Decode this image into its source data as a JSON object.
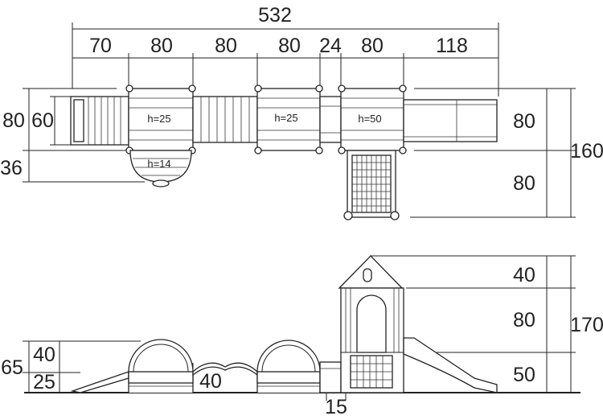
{
  "top_view": {
    "total_width": "532",
    "segments": [
      "70",
      "80",
      "80",
      "80",
      "24",
      "80",
      "118"
    ],
    "left_depth_outer": "80",
    "left_depth_inner": "60",
    "left_depth_lower": "36",
    "right_upper": "80",
    "right_lower": "80",
    "right_total": "160",
    "platform_heights": [
      "h=25",
      "h=25",
      "h=50"
    ],
    "round_platform_height": "h=14"
  },
  "side_view": {
    "left_total": "65",
    "left_upper": "40",
    "left_lower": "25",
    "bridge_height": "40",
    "bottom_gap": "15",
    "roof_height": "40",
    "tower_mid": "80",
    "tower_lower": "50",
    "tower_total": "170"
  }
}
